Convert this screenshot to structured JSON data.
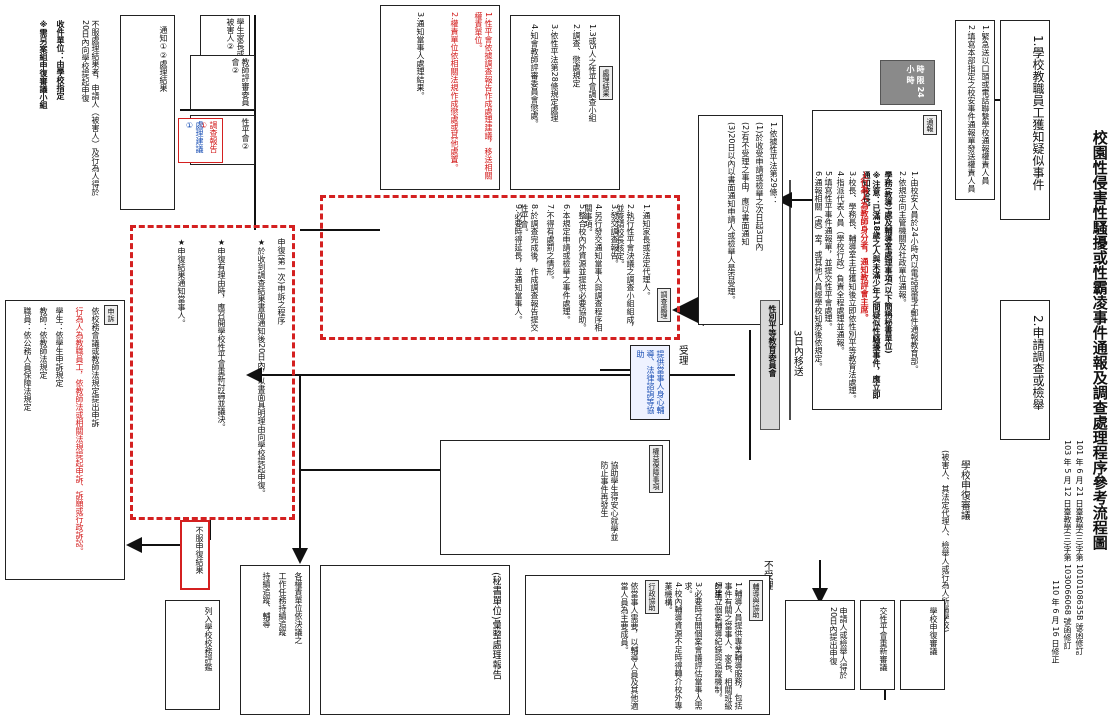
{
  "title": "校園性侵害性騷擾或性霸凌事件通報及調查處理程序參考流程圖",
  "dates": {
    "d1": "101 年 6 月 21 日臺教學(三)字第 1010108635B 號函修訂",
    "d2": "103 年 5 月 12 日臺教學(三)字第 1030066068 號函修訂",
    "d3": "110 年 6 月 16 日修正"
  },
  "source1": {
    "title": "1.學校教職員工獲知疑似事件",
    "line1": "1.緊急送以口頭或電話聯繫學校通報權責人員",
    "line2": "2.填寫本部指定之校安事件通報單發送權責人員"
  },
  "source2": {
    "title": "2.申請調查或檢舉",
    "note": "(被害人、其法定代理人、檢舉人或行為人所屬學校)"
  },
  "report_box": {
    "tag": "通報",
    "note_24": "時 限 24 小 時",
    "line1": "1.由校安人員於24小時內以電話或電子郵件通報教育部。",
    "line2": "2.依規定向主管機關及社政單位通報。",
    "line3": "3.校長、學務長、輔導室主任獲知後立即依性別平等教育法處理。",
    "line4": "4.指派代表人員（學校行政）負責全程處理並通報。",
    "line5": "5.填寫性平事件通報單，並提交性平會處理。",
    "line6": "6.通報相關（處）室，或其他人員經學校知悉後依規定。",
    "note_title": "學務(教導)處及輔導室處理事項(以下簡稱秘書單位)",
    "note_body": "※注意：已滿18歲之人與未滿少年之間疑似性騷擾事件，應立即通知校長。",
    "red_line": "→行為人為教師身分者，通知教評會主席。"
  },
  "gender_box": {
    "title": "性別平等教育委員會",
    "line1": "1.依據性平法第29條：",
    "line2": "(1)於收受申請或檢舉之次日起3日內",
    "line3": "(2)有不受理之事由，應以書面通知",
    "line4": "(3)20日以內以書面通知申請人或檢舉人是否受理。"
  },
  "arrow_labels": {
    "three_days": "3日內移送",
    "accept": "受理",
    "not_accept": "不受理"
  },
  "appeal_box": {
    "text": "申請人或檢舉人得於20日內提出申復",
    "school_appeal": "學校申復審議",
    "resend": "交性平會重新審議"
  },
  "investigation": {
    "tag": "調查處理",
    "l1": "1.通知家長或法定代理人。",
    "l2": "2.執行性平會決議之調查小組組成，並簽請校長核定。",
    "l3": "3.發交調查報告。",
    "l4": "4.另行發交通知當事人與調查程序相關事項。",
    "l5": "5.整合校內外資源並提供必要協助。",
    "l6": "6.本規定申請或檢舉之事件處理。",
    "l7": "7.不得有處罰之情形。",
    "l8": "8.於調查完成後，作成調查報告提交性平會。",
    "l9": "9.必要時得延長，並通知當事人。"
  },
  "protection": {
    "tag": "保護措施",
    "text": "提供當事人身心輔導、法律諮詢等協助"
  },
  "assist": {
    "tag": "權益保障事項",
    "text": "協助學生得安心就學並防止事件再發生"
  },
  "support_box": {
    "tag": "輔導與協助",
    "l1": "1.輔導人員提供專業輔導服務，包括事件有關之當事人、家長、相關班級師生。",
    "l2": "2.建立個案輔導紀錄與追蹤機制。",
    "l3": "3.必要時召開個案會議評估當事人需求。",
    "l4": "4.校內輔導資源不足時得轉介校外專業機構。",
    "tag2": "行政協助",
    "l5": "依當事人需要，以輔導人員及其他適當人員為主要成員。"
  },
  "secretariat": {
    "text": "(秘書單位)彙整處理報告",
    "sub1": "各權責單位依決議之",
    "sub2": "工作任務持續追蹤",
    "sub3": "持續追蹤、輔導",
    "end": "列入學校校務評鑑"
  },
  "decision": {
    "l1": "申復(第一次)申訴之程序",
    "l2": "★於收到調查結果書面通知後20日內，以書面具明理由向學校提起申復。",
    "l3": "★申復有理由時，應召開學校性平會重新討論並議決。",
    "l4": "★申復結果通知當事人。"
  },
  "not_hold": "不服申復結果",
  "review_box": {
    "tag": "申訴",
    "l1": "依校務會議或教師法規定提出申訴",
    "red1": "行為人為教職員工，依教師法或相關法規提起申訴、訴願或行政訴訟。",
    "l2": "學生：依學生申訴規定",
    "l3": "教師：依教師法規定",
    "l4": "職員：依公務人員保障法規定"
  },
  "notify_box": {
    "title": "通知①②處理結果",
    "n1": "學生家長或被害人②",
    "n2": "教師評審委員會②",
    "n3": "性平會②",
    "b1": "調查報告①",
    "b2": "處理建議①"
  },
  "decision_list": {
    "l1": "1.性平會依據調查報告作成處理建議，移送相關權責單位。",
    "l2": "2.權責單位依相關法規作成懲處或其他處置。",
    "l3": "3.通知當事人處理結果。"
  },
  "top_right_box": {
    "tag": "處理結果",
    "l1": "1.3或5人之性平會調查小組",
    "l2": "2.調查、懲處規定",
    "l3": "3.依性平法第28條規定處理",
    "l4": "4.知會教師評審委員會懲處。"
  },
  "bottom_note": {
    "l1": "不服處理結果者，申請人（被害人）及行為人得於20日內向學校提起申復",
    "l2": "收件單位：由學校指定",
    "l3": "※需另案組申復審議小組"
  }
}
